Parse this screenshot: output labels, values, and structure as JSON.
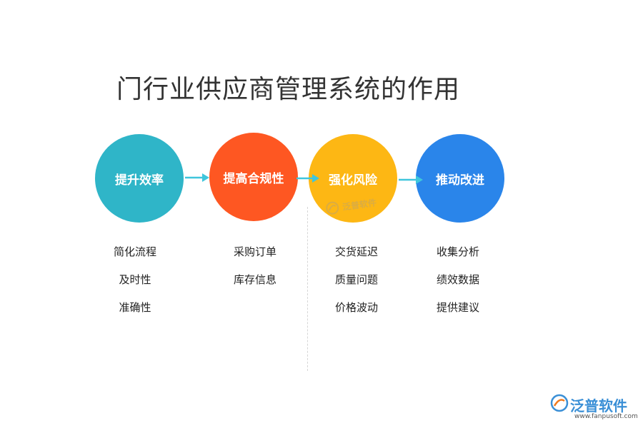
{
  "title": "门行业供应商管理系统的作用",
  "colors": {
    "step1": "#2fb5c8",
    "step2": "#fe5722",
    "step3": "#fdb714",
    "step4": "#2a85ea",
    "arrow": "#3fc6dc",
    "logo": "#3a8fd6"
  },
  "steps": [
    {
      "label": "提升效率",
      "items": [
        "简化流程",
        "及时性",
        "准确性"
      ]
    },
    {
      "label": "提高合规性",
      "items": [
        "采购订单",
        "库存信息"
      ]
    },
    {
      "label": "强化风险",
      "items": [
        "交货延迟",
        "质量问题",
        "价格波动"
      ]
    },
    {
      "label": "推动改进",
      "items": [
        "收集分析",
        "绩效数据",
        "提供建议"
      ]
    }
  ],
  "watermark": "泛普软件",
  "logo": {
    "name": "泛普软件",
    "url": "www.fanpusoft.com"
  }
}
